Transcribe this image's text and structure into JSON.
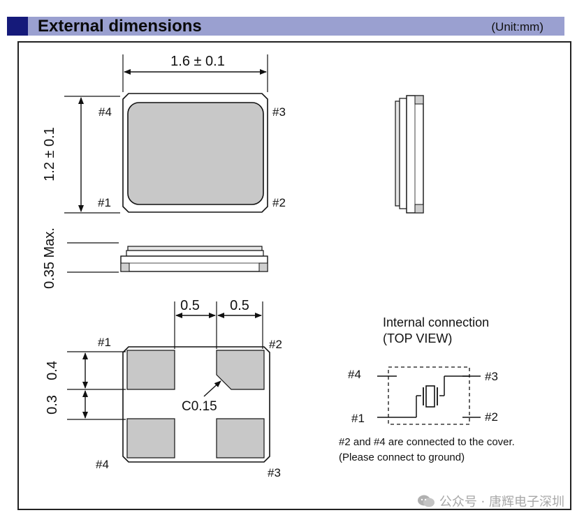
{
  "header": {
    "title": "External dimensions",
    "unit": "(Unit:mm)"
  },
  "dims": {
    "width": "1.6 ± 0.1",
    "height": "1.2 ± 0.1",
    "thickness": "0.35 Max.",
    "pitch_a": "0.5",
    "pitch_b": "0.5",
    "pad_h": "0.4",
    "gap_v": "0.3",
    "chamfer": "C0.15"
  },
  "pins": {
    "p1": "#1",
    "p2": "#2",
    "p3": "#3",
    "p4": "#4"
  },
  "internal": {
    "title": "Internal connection",
    "subtitle": "(TOP VIEW)",
    "note1": "#2 and #4 are connected to the cover.",
    "note2": "(Please connect to ground)"
  },
  "watermark": {
    "text": "公众号 · 唐辉电子深圳"
  }
}
